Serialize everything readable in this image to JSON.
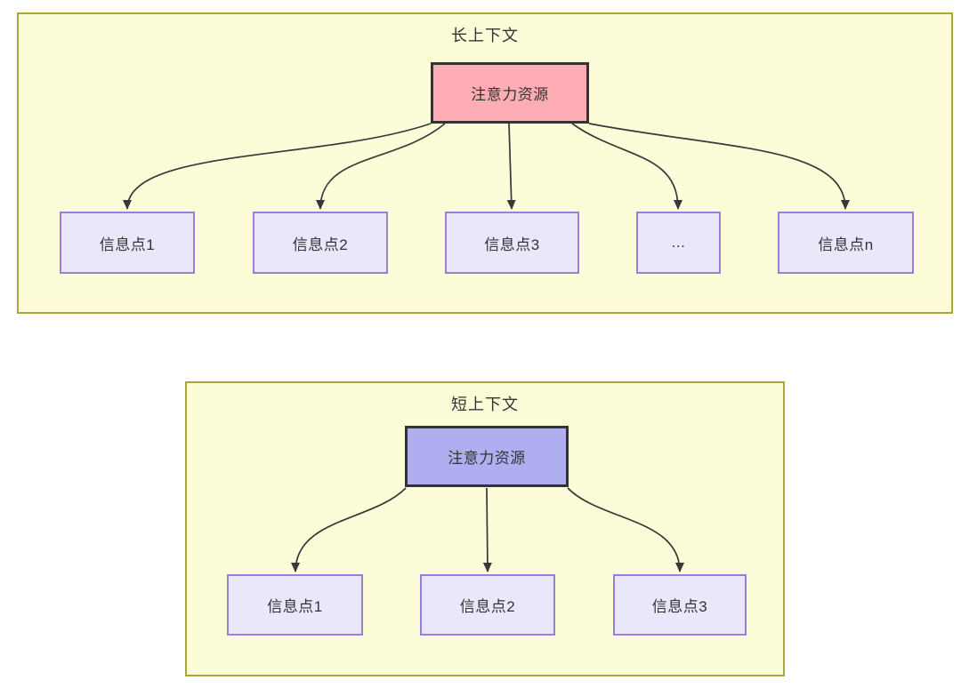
{
  "sections": [
    {
      "id": "long-context",
      "title": "长上下文",
      "root": {
        "label": "注意力资源"
      },
      "children": [
        {
          "label": "信息点1"
        },
        {
          "label": "信息点2"
        },
        {
          "label": "信息点3"
        },
        {
          "label": "..."
        },
        {
          "label": "信息点n"
        }
      ]
    },
    {
      "id": "short-context",
      "title": "短上下文",
      "root": {
        "label": "注意力资源"
      },
      "children": [
        {
          "label": "信息点1"
        },
        {
          "label": "信息点2"
        },
        {
          "label": "信息点3"
        }
      ]
    }
  ],
  "colors": {
    "panel_background": "#fdfcd8",
    "panel_border": "#aaa73a",
    "long_root_fill": "#ffadb4",
    "short_root_fill": "#aeaef0",
    "root_border": "#333333",
    "child_fill": "#e8e8fa",
    "child_border": "#9b7fd4",
    "arrow": "#383838",
    "text": "#333333"
  }
}
